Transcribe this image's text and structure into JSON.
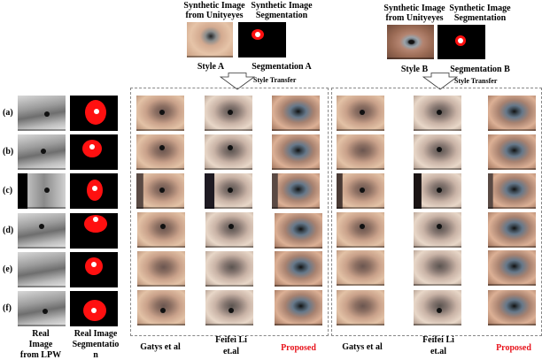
{
  "style_a": {
    "synthetic_image_label_line1": "Synthetic Image",
    "synthetic_image_label_line2": "from Unityeyes",
    "segmentation_label_line1": "Synthetic Image",
    "segmentation_label_line2": "Segmentation",
    "style_caption": "Style A",
    "segmentation_caption": "Segmentation A",
    "arrow_label": "Style Transfer"
  },
  "style_b": {
    "synthetic_image_label_line1": "Synthetic Image",
    "synthetic_image_label_line2": "from Unityeyes",
    "segmentation_label_line1": "Synthetic Image",
    "segmentation_label_line2": "Segmentation",
    "style_caption": "Style B",
    "segmentation_caption": "Segmentation B",
    "arrow_label": "Style Transfer"
  },
  "rows": [
    "(a)",
    "(b)",
    "(c)",
    "(d)",
    "(e)",
    "(f)"
  ],
  "left_columns": {
    "real_image_line1": "Real",
    "real_image_line2": "Image",
    "real_image_line3": "from LPW",
    "real_seg_line1": "Real Image",
    "real_seg_line2": "Segmentatio",
    "real_seg_line3": "n"
  },
  "panel_a_columns": {
    "col1": "Gatys et al",
    "col2_line1": "Feifei Li",
    "col2_line2": "et.al",
    "col3": "Proposed"
  },
  "panel_b_columns": {
    "col1": "Gatys et al",
    "col2_line1": "Feifei Li",
    "col2_line2": "et.al",
    "col3": "Proposed"
  },
  "colors": {
    "proposed_label": "#e8141c",
    "segmentation_iris": "#ff1010",
    "box_border": "#888888"
  }
}
